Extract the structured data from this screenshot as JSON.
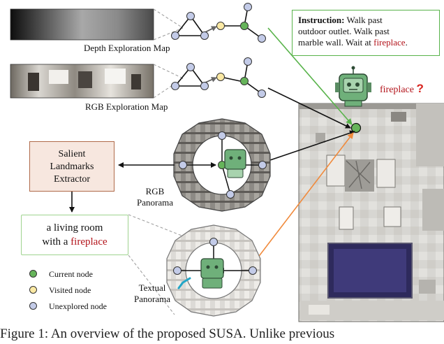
{
  "labels": {
    "depth_map": "Depth Exploration Map",
    "rgb_map": "RGB Exploration Map",
    "rgb_panorama": "RGB\nPanorama",
    "textual_panorama": "Textual\nPanorama",
    "fireplace_target": "fireplace",
    "question_mark": "?"
  },
  "instruction": {
    "heading": "Instruction:",
    "text_line1": "Walk past",
    "text_line2": "outdoor outlet. Walk past",
    "text_line3": "marble wall. Wait at",
    "highlight": "fireplace",
    "end": "."
  },
  "extractor": {
    "line1": "Salient",
    "line2": "Landmarks",
    "line3": "Extractor"
  },
  "landmark": {
    "line1": "a living room",
    "line2_pre": "with a",
    "highlight": "fireplace"
  },
  "legend": [
    {
      "label": "Current node",
      "color": "#66b45a"
    },
    {
      "label": "Visited node",
      "color": "#fbe9a4"
    },
    {
      "label": "Unexplored node",
      "color": "#c3cbe8"
    }
  ],
  "caption": "Figure 1: An overview of the proposed SUSA. Unlike previous",
  "colors": {
    "current": "#66b45a",
    "visited": "#fbe9a4",
    "unexplored": "#c3cbe8",
    "accent_red": "#b3141b",
    "green_line": "#58b34a",
    "orange_line": "#f08a3c"
  }
}
